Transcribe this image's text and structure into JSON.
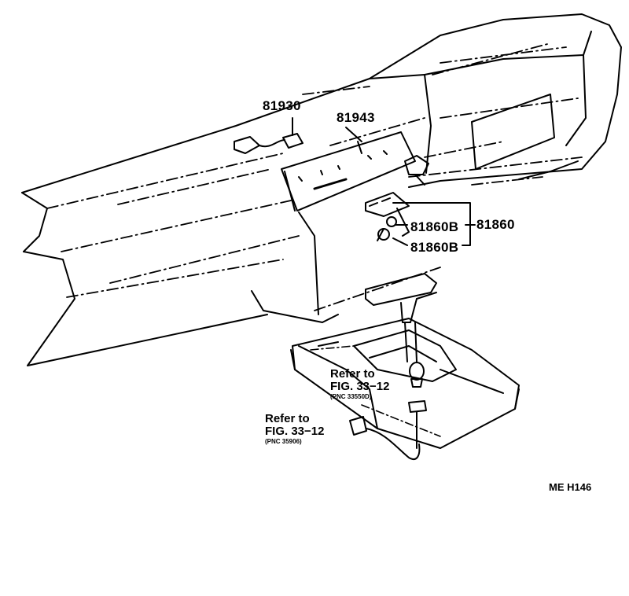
{
  "diagram": {
    "part_labels": {
      "p81930": "81930",
      "p81943": "81943",
      "p81860B_top": "81860B",
      "p81860B_bottom": "81860B",
      "p81860": "81860"
    },
    "refs": [
      {
        "line1": "Refer to",
        "line2": "FIG. 33−12",
        "pnc": "(PNC 33550D)"
      },
      {
        "line1": "Refer to",
        "line2": "FIG. 33−12",
        "pnc": "(PNC 35906)"
      }
    ],
    "drawing_code": "ME H146"
  },
  "colors": {
    "ink": "#000000",
    "background": "#ffffff"
  }
}
